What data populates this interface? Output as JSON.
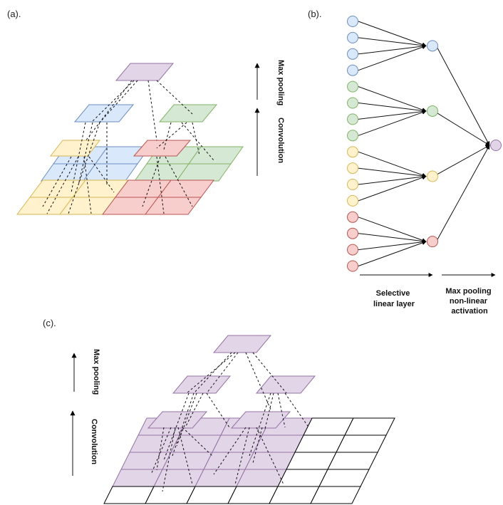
{
  "colors": {
    "blue": {
      "fill": "#dae8fc",
      "stroke": "#6c8ebf"
    },
    "green": {
      "fill": "#d5e8d4",
      "stroke": "#82b366"
    },
    "yellow": {
      "fill": "#fff2cc",
      "stroke": "#d6b656"
    },
    "red": {
      "fill": "#f8cecc",
      "stroke": "#b85450"
    },
    "purple": {
      "fill": "#e1d5e7",
      "stroke": "#9673a6"
    },
    "white": {
      "fill": "#ffffff",
      "stroke": "#000000"
    }
  },
  "panel_a": {
    "label": "(a).",
    "arrow_top_label": "Max pooling",
    "arrow_bottom_label": "Convolution"
  },
  "panel_b": {
    "label": "(b).",
    "input_groups": [
      "blue",
      "green",
      "yellow",
      "red"
    ],
    "nodes_per_group": 4,
    "middle_nodes": [
      "blue",
      "green",
      "yellow",
      "red"
    ],
    "output_node": "purple",
    "label_selective": [
      "Selective",
      "linear layer"
    ],
    "label_maxpool": [
      "Max pooling",
      "non-linear",
      "activation"
    ]
  },
  "panel_c": {
    "label": "(c).",
    "arrow_top_label": "Max pooling",
    "arrow_bottom_label": "Convolution"
  }
}
